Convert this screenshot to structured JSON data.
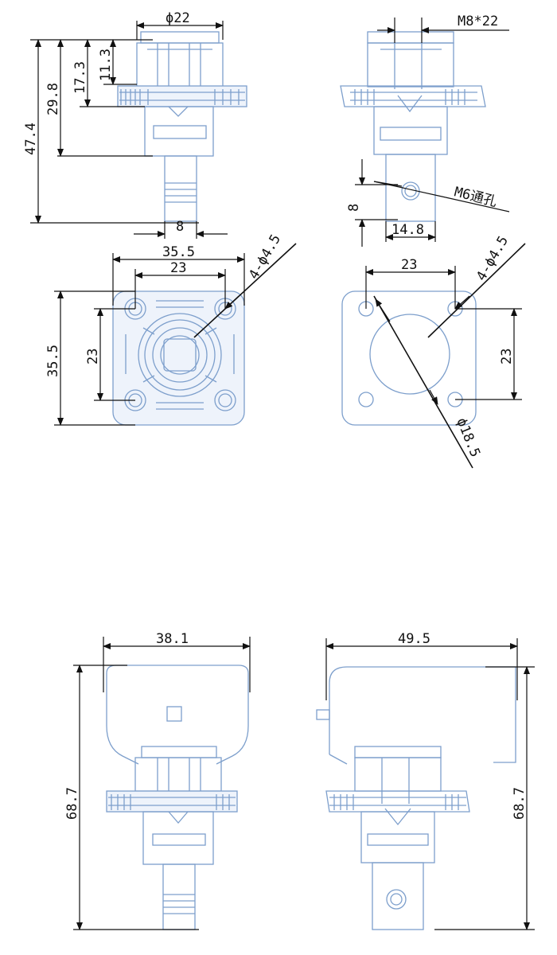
{
  "views": {
    "front_top": {
      "dia_22": "ϕ22",
      "h_47_4": "47.4",
      "h_29_8": "29.8",
      "h_17_3": "17.3",
      "h_11_3": "11.3",
      "w_8": "8"
    },
    "side_top": {
      "thread": "M8*22",
      "hole": "M6通孔",
      "h_8": "8",
      "w_14_8": "14.8"
    },
    "bottom_plan": {
      "w_35_5": "35.5",
      "w_23": "23",
      "h_35_5": "35.5",
      "h_23": "23",
      "holes": "4-ϕ4.5"
    },
    "top_plan": {
      "w_23": "23",
      "h_23": "23",
      "holes": "4-ϕ4.5",
      "dia_18_5": "ϕ18.5"
    },
    "front_cover": {
      "w_38_1": "38.1",
      "h_68_7": "68.7"
    },
    "side_cover": {
      "w_49_5": "49.5",
      "h_68_7": "68.7"
    }
  }
}
